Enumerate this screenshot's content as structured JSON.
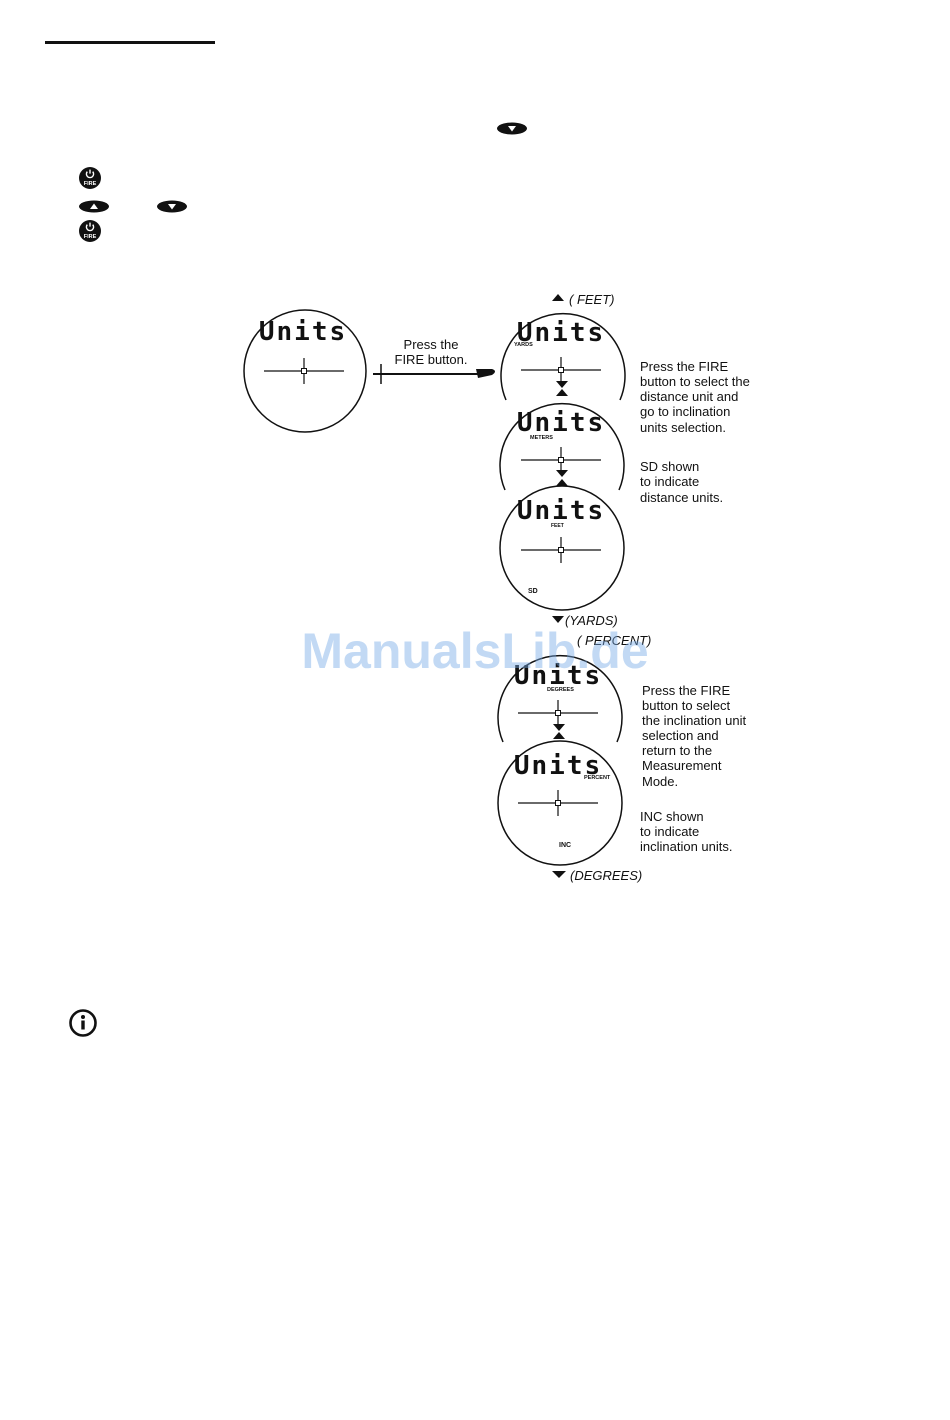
{
  "watermark": "ManualsLib.de",
  "icons": {
    "fire_label": "FIRE",
    "up_arrow": "▲",
    "down_arrow": "▼",
    "info": "i"
  },
  "diagram": {
    "display_text": "Units",
    "start_caption_line1": "Press the",
    "start_caption_line2": "FIRE button.",
    "distance": {
      "top_label": "( FEET)",
      "bottom_label": "(YARDS)",
      "screen1_unit": "YARDS",
      "screen2_unit": "METERS",
      "screen3_unit": "FEET",
      "screen3_indicator": "SD",
      "note1": [
        "Press the FIRE",
        "button to select the",
        "distance unit and",
        "go to inclination",
        "units selection."
      ],
      "note2": [
        "SD shown",
        "to indicate",
        "distance units."
      ]
    },
    "inclination": {
      "top_label": "( PERCENT)",
      "bottom_label": "(DEGREES)",
      "screen1_unit": "DEGREES",
      "screen2_unit": "PERCENT",
      "screen2_indicator": "INC",
      "note1": [
        "Press the FIRE",
        "button to select",
        "the inclination unit",
        "selection and",
        "return to the",
        "Measurement",
        "Mode."
      ],
      "note2": [
        "INC shown",
        "to indicate",
        "inclination units."
      ]
    }
  }
}
